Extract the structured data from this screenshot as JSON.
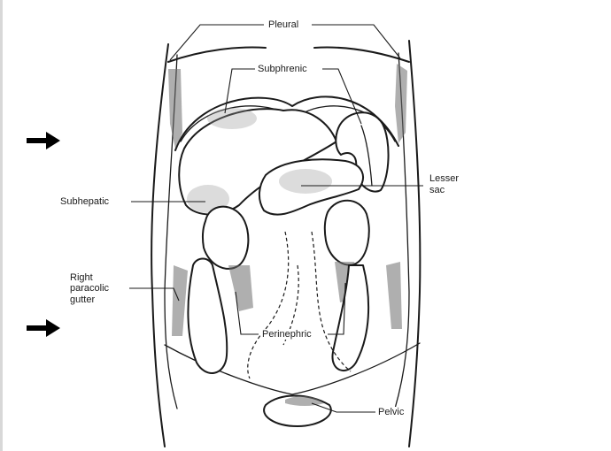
{
  "labels": {
    "pleural": "Pleural",
    "subphrenic": "Subphrenic",
    "lesser_sac_line1": "Lesser",
    "lesser_sac_line2": "sac",
    "subhepatic": "Subhepatic",
    "right_paracolic_line1": "Right",
    "right_paracolic_line2": "paracolic",
    "right_paracolic_line3": "gutter",
    "perinephric": "Perinephric",
    "pelvic": "Pelvic"
  },
  "icons": [
    "arrow-right-icon",
    "arrow-right-icon"
  ],
  "colors": {
    "ink": "#1a1a1a",
    "shading": "#6e6e6e",
    "background": "#ffffff"
  }
}
